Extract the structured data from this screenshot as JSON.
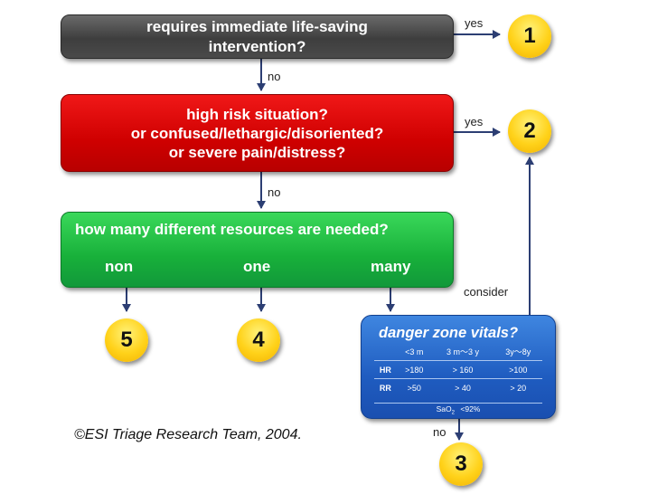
{
  "boxes": {
    "life_saving": {
      "line1": "requires immediate life-saving",
      "line2": "intervention?"
    },
    "high_risk": {
      "line1": "high risk situation?",
      "line2": "or confused/lethargic/disoriented?",
      "line3": "or severe pain/distress?"
    },
    "resources": {
      "question": "how many different resources are needed?",
      "opt_none": "non",
      "opt_one": "one",
      "opt_many": "many"
    },
    "vitals": {
      "title": "danger zone vitals?",
      "headers": [
        "",
        "<3 m",
        "3 m～3 y",
        "3y～8y"
      ],
      "rows": [
        {
          "label": "HR",
          "values": [
            ">180",
            "> 160",
            ">100"
          ]
        },
        {
          "label": "RR",
          "values": [
            ">50",
            "> 40",
            "> 20"
          ]
        }
      ],
      "sao2_prefix": "SaO",
      "sao2_sub": "2",
      "sao2_value": "<92%"
    }
  },
  "levels": {
    "l1": "1",
    "l2": "2",
    "l3": "3",
    "l4": "4",
    "l5": "5"
  },
  "edge_labels": {
    "yes1": "yes",
    "yes2": "yes",
    "no1": "no",
    "no2": "no",
    "no3": "no",
    "consider": "consider"
  },
  "credit": "©ESI Triage Research Team, 2004.",
  "colors": {
    "gray": "#4a4a4a",
    "red": "#d40000",
    "green": "#1bb33f",
    "blue": "#2463c8",
    "gold": "#ffd21a",
    "arrow": "#2c3e73"
  }
}
